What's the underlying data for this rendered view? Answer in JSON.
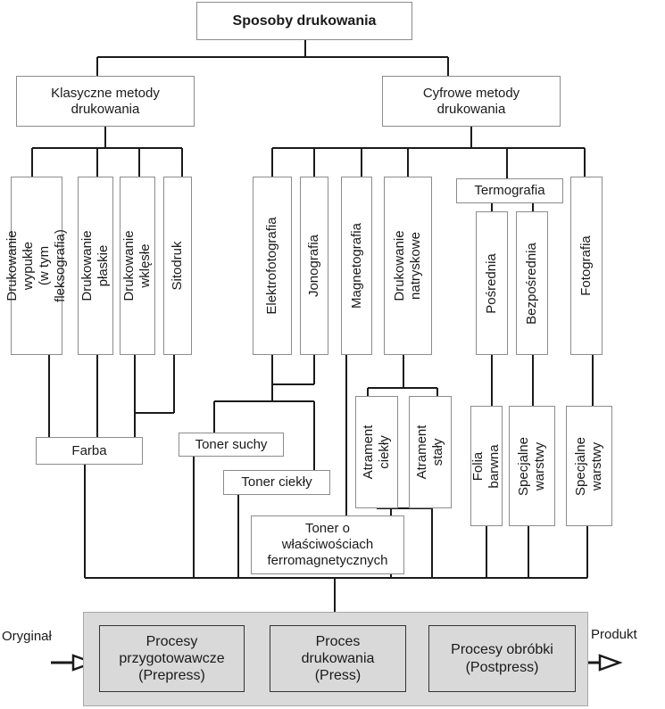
{
  "title": "Sposoby drukowania",
  "branches": {
    "classic": "Klasyczne metody\ndrukowania",
    "digital": "Cyfrowe metody\ndrukowania"
  },
  "classic_methods": [
    "Drukowanie wypukłe\n(w tym fleksografia)",
    "Drukowanie płaskie",
    "Drukowanie wklęsłe",
    "Sitodruk"
  ],
  "digital_methods": {
    "electrophotography": "Elektrofotografia",
    "ionography": "Jonografia",
    "magnetography": "Magnetografia",
    "inkjet": "Drukowanie\nnatryskowe",
    "thermography": "Termografia",
    "thermo_indirect": "Pośrednia",
    "thermo_direct": "Bezpośrednia",
    "photography": "Fotografia"
  },
  "materials": {
    "ink": "Farba",
    "dry_toner": "Toner suchy",
    "liquid_toner": "Toner ciekły",
    "ferro_toner": "Toner o\nwłaściwościach\nferromagnetycznych",
    "liquid_ink": "Atrament\nciekły",
    "solid_ink": "Atrament\nstały",
    "color_foil": "Folia barwna",
    "special_layers_thermo": "Specjalne\nwarstwy",
    "special_layers_photo": "Specjalne\nwarstwy"
  },
  "process": {
    "input": "Oryginał",
    "output": "Produkt",
    "steps": [
      "Procesy\nprzygotowawcze\n(Prepress)",
      "Proces\ndrukowania\n(Press)",
      "Procesy obróbki\n(Postpress)"
    ]
  }
}
